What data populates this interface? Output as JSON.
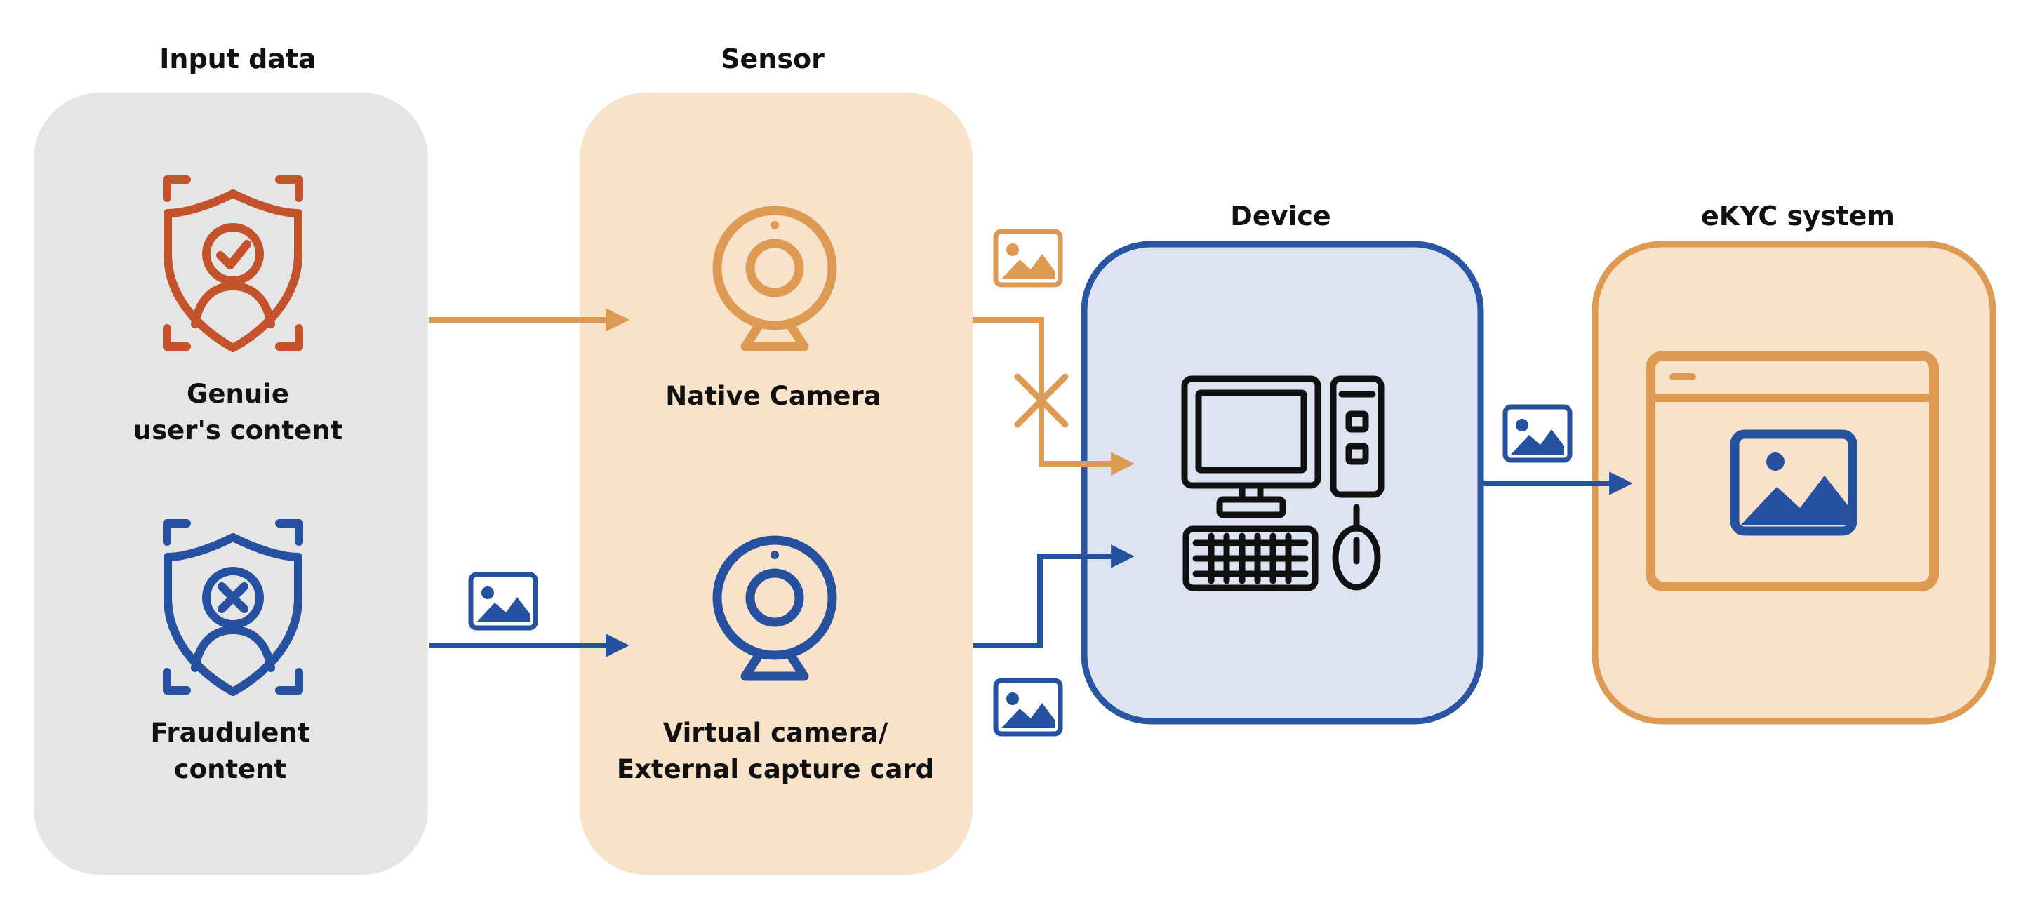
{
  "columns": {
    "input": {
      "title": "Input data"
    },
    "sensor": {
      "title": "Sensor"
    },
    "device": {
      "title": "Device"
    },
    "ekyc": {
      "title": "eKYC system"
    }
  },
  "nodes": {
    "genuine": {
      "line1": "Genuie",
      "line2": "user's content",
      "icon": "shield-check-person-icon"
    },
    "fraud": {
      "line1": "Fraudulent",
      "line2": "content",
      "icon": "shield-x-person-icon"
    },
    "native_camera": {
      "label": "Native Camera",
      "icon": "webcam-icon"
    },
    "virtual_camera": {
      "line1": "Virtual camera/",
      "line2": "External capture card",
      "icon": "webcam-icon"
    },
    "device": {
      "icon": "desktop-computer-icon"
    },
    "ekyc": {
      "icon": "browser-window-image-icon"
    }
  },
  "edges": [
    {
      "from": "genuine",
      "to": "native_camera"
    },
    {
      "from": "fraud",
      "to": "virtual_camera",
      "payload": "image-icon"
    },
    {
      "from": "native_camera",
      "to": "device",
      "payload": "image-icon",
      "blocked": true
    },
    {
      "from": "virtual_camera",
      "to": "device",
      "payload": "image-icon"
    },
    {
      "from": "device",
      "to": "ekyc",
      "payload": "image-icon"
    }
  ],
  "colors": {
    "genuine": "#c4522a",
    "fraud": "#2651a0",
    "orange": "#de9a52",
    "input_panel": "#e5e5e5",
    "sensor_panel": "#f8e2c9",
    "device_fill": "#dde3f1",
    "device_border": "#2a55a3",
    "ekyc_fill": "#f8e2c9",
    "ekyc_border": "#de9a52"
  }
}
